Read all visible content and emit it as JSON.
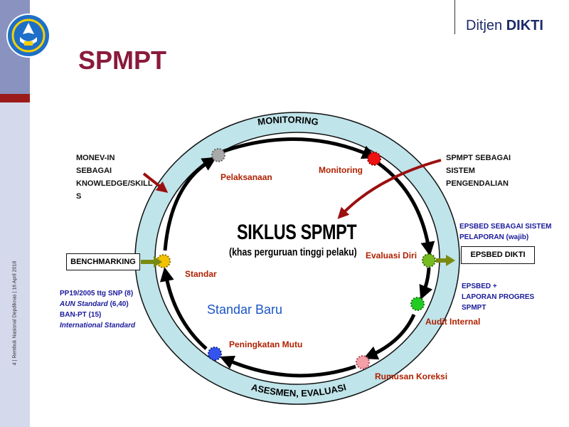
{
  "header": {
    "title": "SPMPT",
    "brand_prefix": "Ditjen",
    "brand_name": "DIKTI",
    "footer": "4 | Rembuk Nasional Depdiknas | 16 April 2018"
  },
  "diagram": {
    "ring_top_label": "MONITORING",
    "ring_bottom_label": "ASESMEN, EVALUASI",
    "center_title": "SIKLUS SPMPT",
    "center_subtitle": "(khas perguruan tinggi pelaku)",
    "center_note": "Standar Baru",
    "nodes": [
      {
        "label": "Pelaksanaan",
        "color": "#a9a9a9"
      },
      {
        "label": "Monitoring",
        "color": "#ee1111"
      },
      {
        "label": "Evaluasi Diri",
        "color": "#77bb22"
      },
      {
        "label": "Audit Internal",
        "color": "#22cc22"
      },
      {
        "label": "Rumusan Koreksi",
        "color": "#f4a0a8"
      },
      {
        "label": "Peningkatan Mutu",
        "color": "#3355ee"
      },
      {
        "label": "Standar",
        "color": "#f2c200"
      }
    ],
    "left_note_lines": [
      "MONEV-IN",
      "SEBAGAI",
      "KNOWLEDGE/SKILL",
      "S"
    ],
    "right_note_lines": [
      "SPMPT SEBAGAI",
      "SISTEM",
      "PENGENDALIAN"
    ],
    "benchmarking": "BENCHMARKING",
    "epsbed_box": "EPSBED DIKTI",
    "epsbed_top_lines": [
      "EPSBED SEBAGAI SISTEM",
      "PELAPORAN (wajib)"
    ],
    "epsbed_bottom_lines": [
      "EPSBED +",
      "LAPORAN PROGRES",
      "SPMPT"
    ],
    "standards": {
      "line1": "PP19/2005 ttg SNP (8)",
      "line2_em": "AUN Standard",
      "line2_rest": "(6,40)",
      "line3": "BAN-PT (15)",
      "line4_em": "International Standard"
    }
  }
}
